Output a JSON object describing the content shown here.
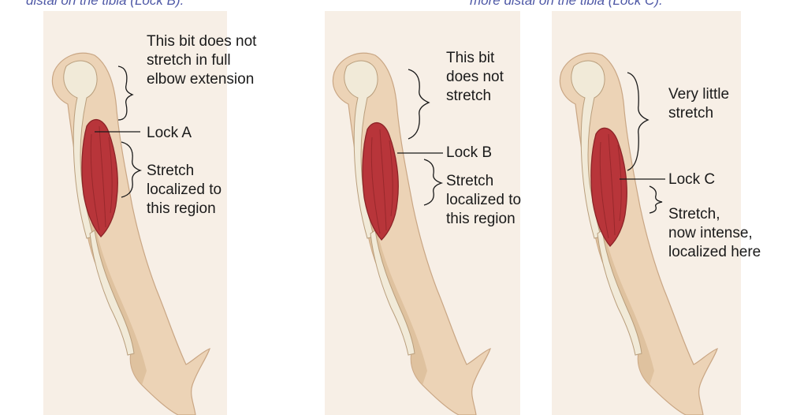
{
  "captions": {
    "left": "distal on the tibia (Lock B).",
    "right": "more distal on the tibia (Lock C)."
  },
  "panels": [
    {
      "lock_label": "Lock A",
      "upper_note": [
        "This bit does not",
        "stretch in full",
        "elbow extension"
      ],
      "stretch_note": [
        "Stretch",
        "localized to",
        "this region"
      ]
    },
    {
      "lock_label": "Lock B",
      "upper_note": [
        "This bit",
        "does not",
        "stretch"
      ],
      "stretch_note": [
        "Stretch",
        "localized to",
        "this region"
      ]
    },
    {
      "lock_label": "Lock C",
      "upper_note": [
        "Very little",
        "stretch"
      ],
      "stretch_note": [
        "Stretch,",
        "now intense,",
        "localized here"
      ]
    }
  ],
  "colors": {
    "skin_background": "#f7efe6",
    "skin": "#ecd3b6",
    "skin_shadow": "#d8b894",
    "bone": "#f1ead8",
    "muscle": "#b8353a",
    "muscle_dark": "#8c2327",
    "caption": "#4e58a6"
  }
}
